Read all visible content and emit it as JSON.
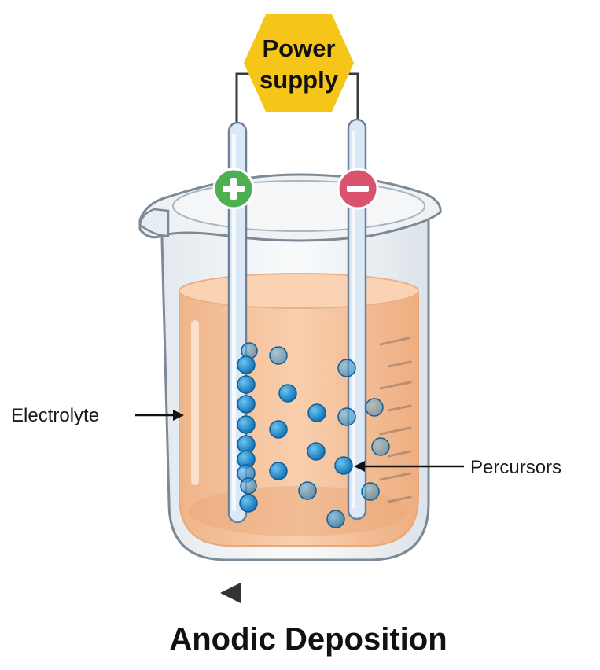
{
  "power_supply": {
    "line1": "Power",
    "line2": "supply",
    "color": "#f5c518"
  },
  "anode": {
    "symbol": "plus-sign",
    "color": "#4caf50"
  },
  "cathode": {
    "symbol": "minus-sign",
    "color": "#d9536f"
  },
  "labels": {
    "electrolyte": "Electrolyte",
    "precursors": "Percursors"
  },
  "title": "Anodic Deposition",
  "colors": {
    "electrolyte": "#f6c29a",
    "particle": "#1d8fd6",
    "electrode": "#dbe8f6"
  },
  "direction_arrow": {
    "direction": "left"
  }
}
